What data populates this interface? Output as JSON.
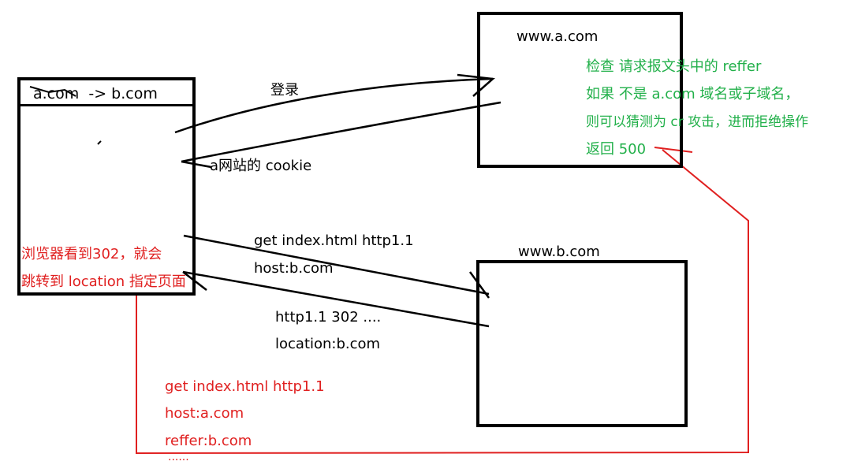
{
  "browser_box": {
    "url": "a.com  -> b.com",
    "note_lines": [
      "浏览器看到302，就会",
      "跳转到 location 指定页面"
    ]
  },
  "server_a": {
    "title": "www.a.com",
    "check_lines": [
      "检查 请求报文头中的 reffer",
      "如果 不是 a.com 域名或子域名，",
      "则可以猜测为 cr 攻击，进而拒绝操作",
      "返回 500"
    ]
  },
  "server_b": {
    "title": "www.b.com"
  },
  "labels": {
    "login": "登录",
    "cookie": "a网站的 cookie",
    "req_b": [
      "get index.html http1.1",
      "host:b.com"
    ],
    "resp_b": [
      "http1.1 302 ....",
      "location:b.com"
    ],
    "req_a": [
      "get index.html http1.1",
      "host:a.com",
      "reffer:b.com",
      "......"
    ]
  },
  "colors": {
    "ink": "#000000",
    "red": "#e02020",
    "green": "#22b04a"
  }
}
